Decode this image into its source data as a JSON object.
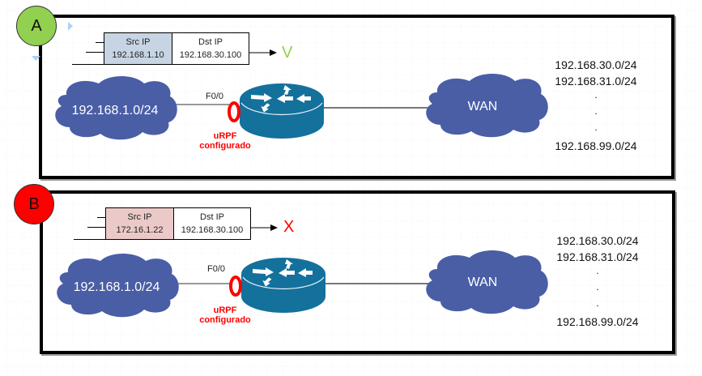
{
  "diagram": {
    "colors": {
      "badge_a": "#92d050",
      "badge_b": "#ff0000",
      "cloud": "#4a5ea6",
      "router": "#13719c",
      "urpf": "#ff0000",
      "src_ok": "#c6d4e3",
      "src_bad": "#ecc9c9",
      "verdict_ok": "#92d050",
      "verdict_bad": "#ff0000"
    },
    "scenarios": [
      {
        "badge": "A",
        "packet": {
          "src_header": "Src IP",
          "src_value": "192.168.1.10",
          "dst_header": "Dst IP",
          "dst_value": "192.168.30.100"
        },
        "verdict": "V",
        "lan_cloud": "192.168.1.0/24",
        "interface": "F0/0",
        "urpf_line1": "uRPF",
        "urpf_line2": "configurado",
        "wan_cloud": "WAN",
        "routes": [
          "192.168.30.0/24",
          "192.168.31.0/24",
          ".",
          ".",
          ".",
          "192.168.99.0/24"
        ]
      },
      {
        "badge": "B",
        "packet": {
          "src_header": "Src IP",
          "src_value": "172.16.1.22",
          "dst_header": "Dst IP",
          "dst_value": "192.168.30.100"
        },
        "verdict": "X",
        "lan_cloud": "192.168.1.0/24",
        "interface": "F0/0",
        "urpf_line1": "uRPF",
        "urpf_line2": "configurado",
        "wan_cloud": "WAN",
        "routes": [
          "192.168.30.0/24",
          "192.168.31.0/24",
          ".",
          ".",
          ".",
          "192.168.99.0/24"
        ]
      }
    ]
  }
}
